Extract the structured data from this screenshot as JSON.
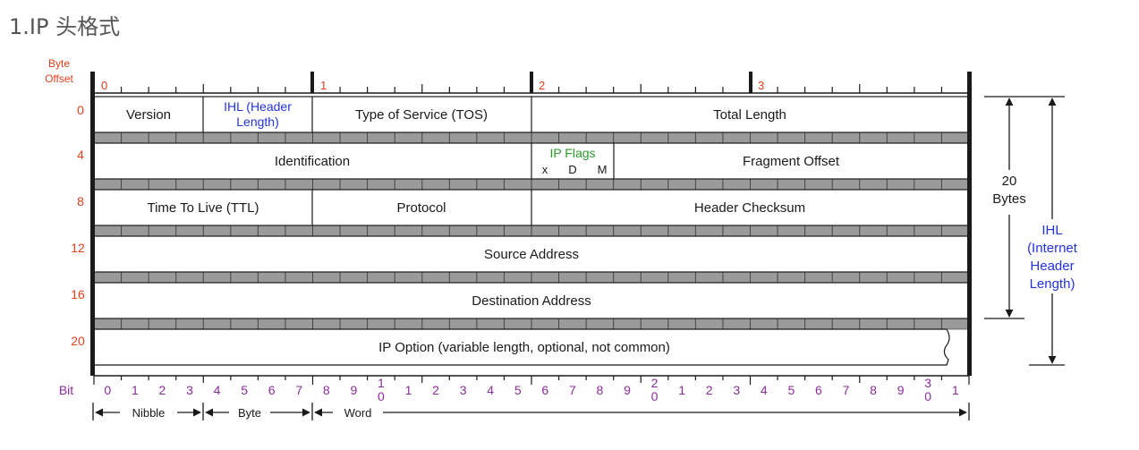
{
  "heading": "1.IP 头格式",
  "colors": {
    "offset_red": "#e0401c",
    "bit_purple": "#8a2c9a",
    "ihl_blue": "#2233dd",
    "flags_green": "#2a9a2a",
    "text": "#1a1a1a",
    "separator": "#8c8c8c"
  },
  "byte_offset_label": [
    "Byte",
    "Offset"
  ],
  "word_byte_numbers": [
    "0",
    "1",
    "2",
    "3"
  ],
  "row_offsets": [
    "0",
    "4",
    "8",
    "12",
    "16",
    "20"
  ],
  "fields": {
    "version": "Version",
    "ihl": [
      "IHL (Header",
      "Length)"
    ],
    "tos": "Type of Service (TOS)",
    "total_length": "Total Length",
    "identification": "Identification",
    "ip_flags": "IP Flags",
    "flag_bits": [
      "x",
      "D",
      "M"
    ],
    "fragment_offset": "Fragment Offset",
    "ttl": "Time To Live (TTL)",
    "protocol": "Protocol",
    "header_checksum": "Header Checksum",
    "source_address": "Source Address",
    "destination_address": "Destination Address",
    "ip_option": "IP Option (variable length, optional, not common)"
  },
  "right_annotations": {
    "bytes": [
      "20",
      "Bytes"
    ],
    "ihl": [
      "IHL",
      "(Internet",
      "Header",
      "Length)"
    ]
  },
  "bit_label": "Bit",
  "bit_numbers": [
    "0",
    "1",
    "2",
    "3",
    "4",
    "5",
    "6",
    "7",
    "8",
    "9",
    "1|0",
    "1",
    "2",
    "3",
    "4",
    "5",
    "6",
    "7",
    "8",
    "9",
    "2|0",
    "1",
    "2",
    "3",
    "4",
    "5",
    "6",
    "7",
    "8",
    "9",
    "3|0",
    "1"
  ],
  "scale_labels": {
    "nibble": "Nibble",
    "byte": "Byte",
    "word": "Word"
  }
}
